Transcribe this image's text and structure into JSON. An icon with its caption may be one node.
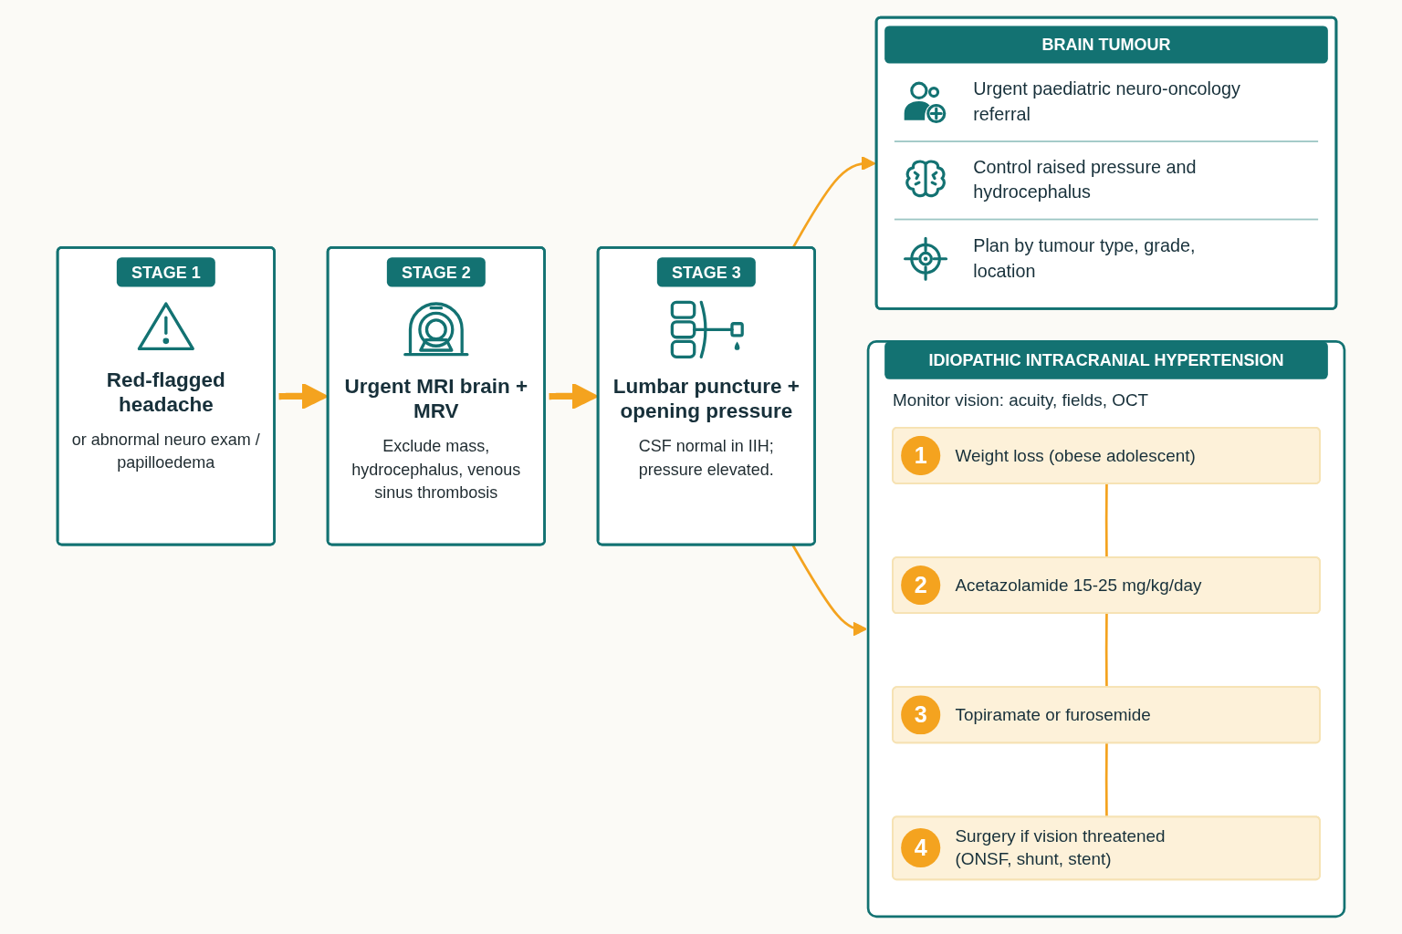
{
  "diagram": {
    "nodes": [
      {
        "text": [
          "STAGE 1",
          "Red-flagged headache",
          "or abnormal neuro exam / papilloedema"
        ]
      },
      {
        "text": [
          "STAGE 2",
          "Urgent MRI brain + MRV",
          "Exclude mass, hydrocephalus, venous sinus thrombosis"
        ]
      },
      {
        "text": [
          "STAGE 3",
          "Lumbar puncture + opening pressure",
          "CSF normal in IIH; pressure elevated."
        ]
      },
      {
        "text": [
          "IDIOPATHIC INTRACRANIAL HYPERTENSION",
          "Monitor vision: acuity, fields, OCT"
        ]
      },
      {
        "text": [
          "1",
          "Weight loss (obese adolescent)"
        ],
        "in": 3
      },
      {
        "text": [
          "2",
          "Acetazolamide 15-25 mg/kg/day"
        ],
        "in": 3
      },
      {
        "text": [
          "3",
          "Topiramate or furosemide"
        ],
        "in": 3
      },
      {
        "text": [
          "4",
          "Surgery if vision threatened (ONSF, shunt, stent)"
        ],
        "in": 3
      },
      {
        "text": [
          "BRAIN TUMOUR",
          "Urgent paediatric neuro-oncology referral",
          "Control raised pressure and hydrocephalus",
          "Plan by tumour type, grade, location"
        ]
      }
    ],
    "edges": [
      {
        "from": 0,
        "to": 1,
        "arrow": "to",
        "style": "thick"
      },
      {
        "from": 1,
        "to": 2,
        "arrow": "to",
        "style": "thick"
      },
      {
        "from": 2,
        "to": 8,
        "arrow": "to"
      },
      {
        "from": 2,
        "to": 3,
        "arrow": "to"
      },
      {
        "from": 4,
        "to": 5,
        "arrow": "none"
      },
      {
        "from": 5,
        "to": 6,
        "arrow": "none"
      },
      {
        "from": 6,
        "to": 7,
        "arrow": "none"
      }
    ]
  }
}
